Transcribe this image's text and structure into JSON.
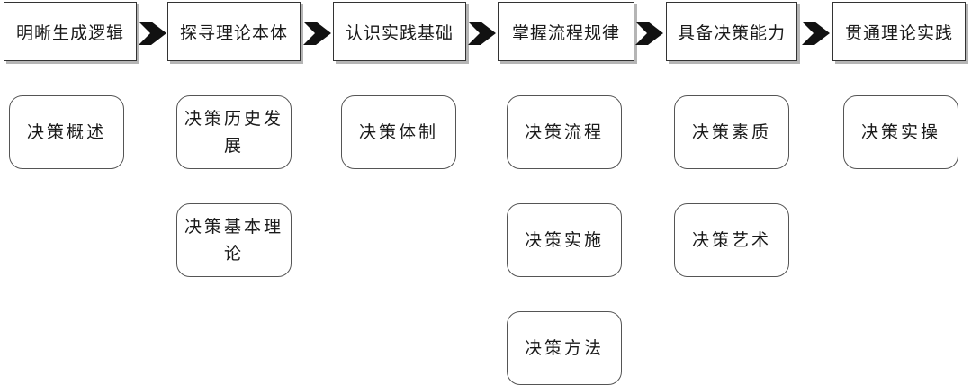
{
  "stages": [
    {
      "label": "明晰生成逻辑",
      "items": [
        "决策概述"
      ]
    },
    {
      "label": "探寻理论本体",
      "items": [
        "决策历史发展",
        "决策基本理论"
      ]
    },
    {
      "label": "认识实践基础",
      "items": [
        "决策体制"
      ]
    },
    {
      "label": "掌握流程规律",
      "items": [
        "决策流程",
        "决策实施",
        "决策方法"
      ]
    },
    {
      "label": "具备决策能力",
      "items": [
        "决策素质",
        "决策艺术"
      ]
    },
    {
      "label": "贯通理论实践",
      "items": [
        "决策实操"
      ]
    }
  ],
  "colors": {
    "border": "#333333",
    "shadow": "#b5b5b5",
    "arrow": "#111111"
  }
}
